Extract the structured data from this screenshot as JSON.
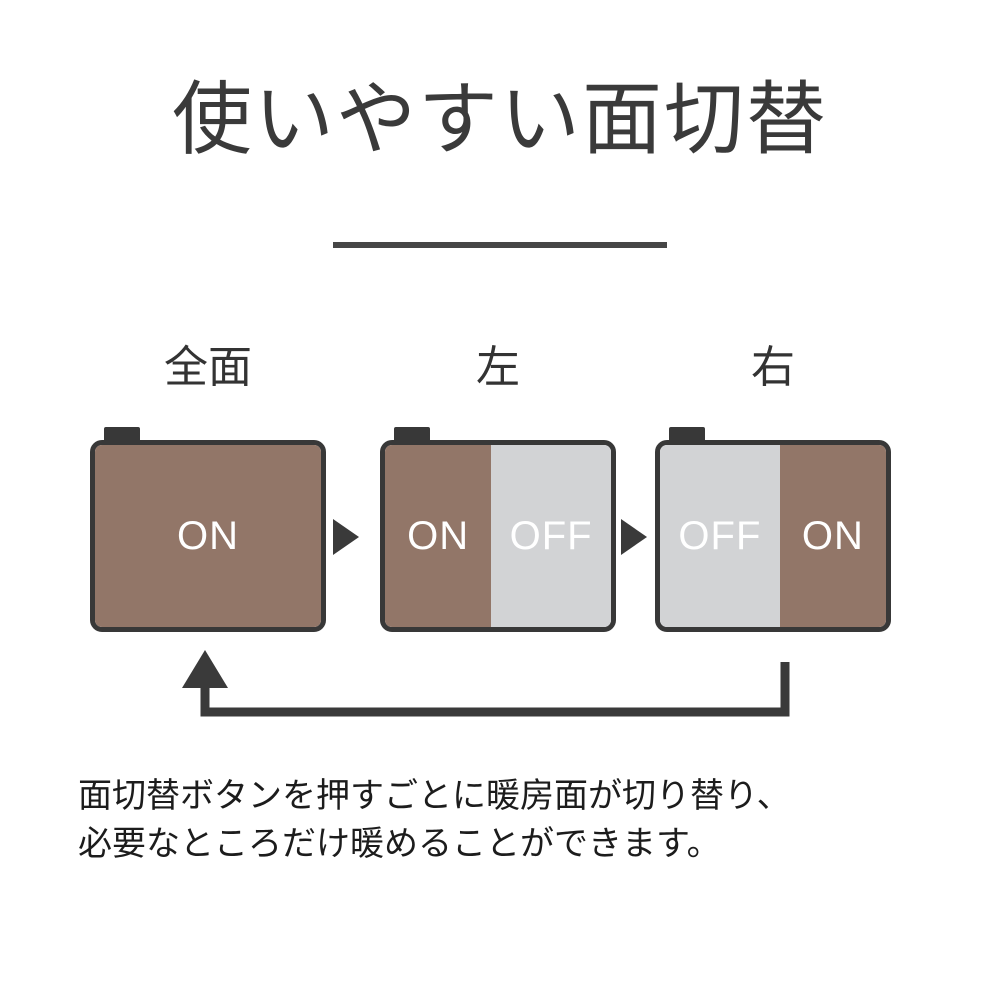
{
  "title": "使いやすい面切替",
  "colors": {
    "heat_on": "#927668",
    "heat_off": "#d2d3d5",
    "outline": "#383838",
    "text_dark": "#333333",
    "background": "#ffffff"
  },
  "panels": [
    {
      "label": "全面",
      "segments": [
        {
          "state": "ON",
          "side": "full"
        }
      ]
    },
    {
      "label": "左",
      "segments": [
        {
          "state": "ON",
          "side": "left"
        },
        {
          "state": "OFF",
          "side": "right"
        }
      ]
    },
    {
      "label": "右",
      "segments": [
        {
          "state": "OFF",
          "side": "left"
        },
        {
          "state": "ON",
          "side": "right"
        }
      ]
    }
  ],
  "arrows": {
    "step_icon": "triangle-right-icon",
    "loop_icon": "loop-arrow-up-icon"
  },
  "caption": {
    "line1": "面切替ボタンを押すごとに暖房面が切り替り、",
    "line2": "必要なところだけ暖めることができます。"
  }
}
